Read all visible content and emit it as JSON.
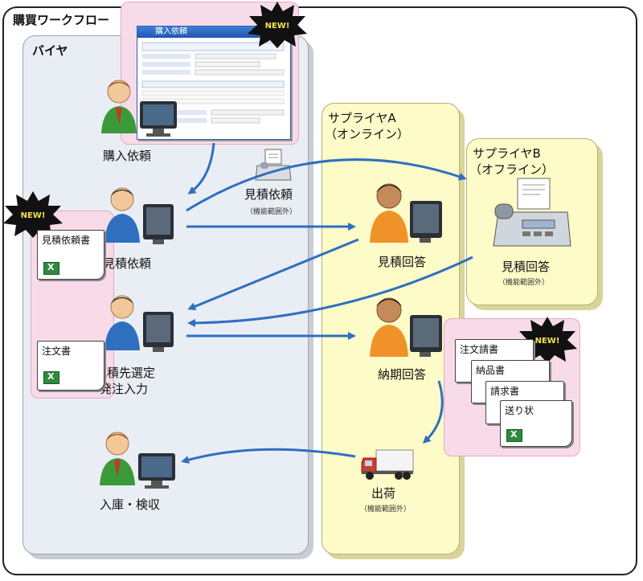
{
  "title": "購買ワークフロー",
  "lanes": {
    "buyer": "バイヤ",
    "supplier_a_line1": "サプライヤA",
    "supplier_a_line2": "（オンライン）",
    "supplier_b_line1": "サプライヤB",
    "supplier_b_line2": "（オフライン）"
  },
  "badges": {
    "new": "NEW!"
  },
  "form_window": {
    "title": "購入依頼"
  },
  "steps": {
    "purchase_request": "購入依頼",
    "quote_request": "見積依頼",
    "quote_select_line1": "見積先選定",
    "quote_select_line2": "発注入力",
    "receipt": "入庫・検収",
    "quote_request_fax": "見積依頼",
    "quote_request_fax_note": "（機能範囲外）",
    "quote_answer_a": "見積回答",
    "delivery_answer": "納期回答",
    "shipping": "出荷",
    "shipping_note": "（機能範囲外）",
    "quote_answer_b": "見積回答",
    "quote_answer_b_note": "（機能範囲外）"
  },
  "documents": {
    "quote_request_doc": "見積依頼書",
    "order_doc": "注文書",
    "order_ack": "注文請書",
    "delivery_note": "納品書",
    "invoice": "請求書",
    "packing_slip": "送り状"
  },
  "colors": {
    "arrow": "#2f6fc0",
    "buyer_lane": "#e9eef4",
    "supplier_lane": "#fdfbc8",
    "highlight": "#f8dbe8",
    "buyer_shirt": "#2f6fc0",
    "manager_shirt": "#3a9a3a",
    "supplier_shirt": "#f0922a"
  }
}
